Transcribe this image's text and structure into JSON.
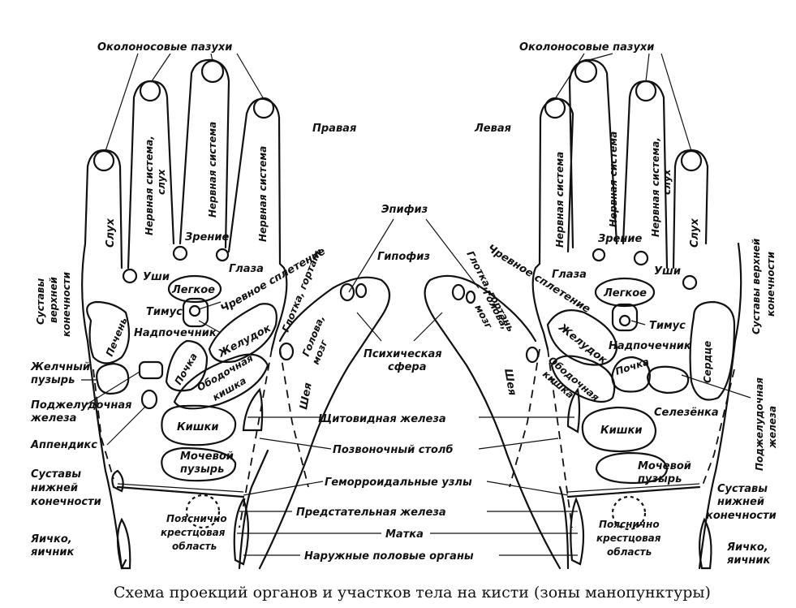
{
  "labels": {
    "sinuses_left": "Околоносовые пазухи",
    "sinuses_right": "Околоносовые пазухи",
    "right_hand": "Правая",
    "left_hand": "Левая",
    "epiphysis": "Эпифиз",
    "hypophysis": "Гипофиз",
    "psychic_line1": "Психическая",
    "psychic_line2": "сфера",
    "head_l1": "Голова,",
    "head_l2": "мозг",
    "throat": "Глотка, гортань",
    "neck": "Шея",
    "thyroid": "Щитовидная железа",
    "spine": "Позвоночный столб",
    "hemorrhoids": "Геморроидальные узлы",
    "prostate": "Предстательная железа",
    "uterus": "Матка",
    "genitals": "Наружные половые органы",
    "hearing": "Слух",
    "nervous_hearing_l1": "Нервная система,",
    "nervous_hearing_l2": "слух",
    "nervous": "Нервная система",
    "vision": "Зрение",
    "ears": "Уши",
    "eyes": "Глаза",
    "solar": "Чревное сплетение",
    "lung": "Легкое",
    "thymus": "Тимус",
    "adrenal": "Надпочечник",
    "stomach": "Желудок",
    "kidney": "Почка",
    "colon_l1": "Ободочная",
    "colon_l2": "кишка",
    "intestines": "Кишки",
    "bladder_l1": "Мочевой",
    "bladder_l2": "пузырь",
    "lumbar_l1": "Пояснично",
    "lumbar_l2": "крестцовая",
    "lumbar_l3": "область",
    "upper_joints_l1": "Суставы",
    "upper_joints_l2": "верхней",
    "upper_joints_l3": "конечности",
    "upper_joints_r": "Суставы верхней",
    "upper_joints_r2": "конечности",
    "liver": "Печень",
    "gallbladder_l1": "Желчный",
    "gallbladder_l2": "пузырь",
    "pancreas_l1": "Поджелудочная",
    "pancreas_l2": "железа",
    "appendix": "Аппендикс",
    "lower_joints_l1": "Суставы",
    "lower_joints_l2": "нижней",
    "lower_joints_l3": "конечности",
    "testis_l1": "Яичко,",
    "testis_l2": "яичник",
    "heart": "Сердце",
    "spleen": "Селезёнка",
    "caption": "Схема проекций органов и участков тела на кисти (зоны манопунктуры)"
  }
}
